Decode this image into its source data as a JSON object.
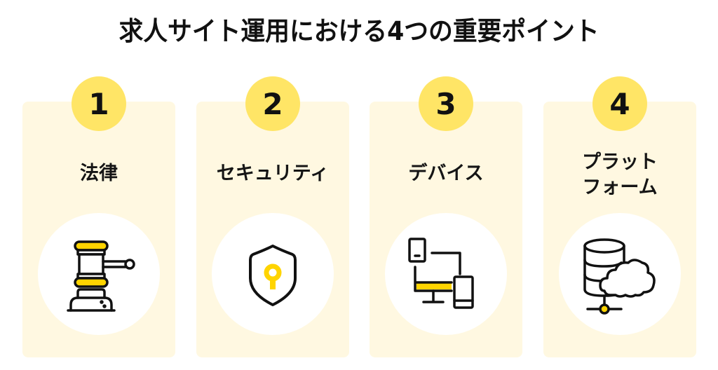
{
  "title": "求人サイト運用における4つの重要ポイント",
  "colors": {
    "card_bg": "#fff8e1",
    "badge": "#ffe566",
    "accent_icon": "#ffd400",
    "text": "#111111"
  },
  "cards": [
    {
      "number": "1",
      "label": "法律",
      "label_line2": "",
      "icon": "gavel-icon"
    },
    {
      "number": "2",
      "label": "セキュリティ",
      "label_line2": "",
      "icon": "shield-key-icon"
    },
    {
      "number": "3",
      "label": "デバイス",
      "label_line2": "",
      "icon": "devices-icon"
    },
    {
      "number": "4",
      "label": "プラット",
      "label_line2": "フォーム",
      "icon": "database-cloud-icon"
    }
  ]
}
